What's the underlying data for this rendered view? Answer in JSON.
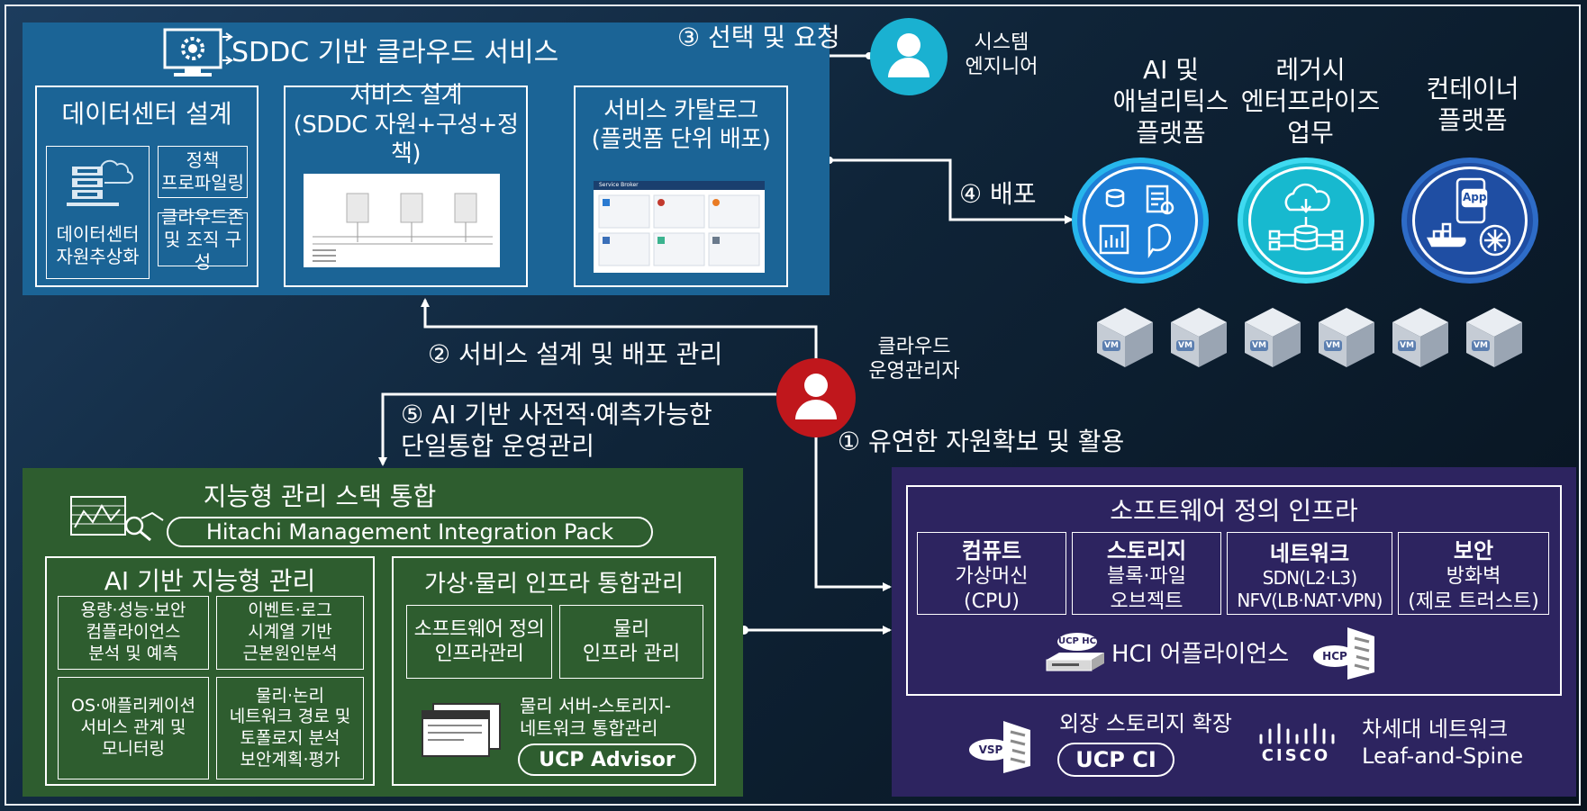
{
  "colors": {
    "sddc_panel": "#1b6496",
    "mgmt_panel": "#2e5d2f",
    "sdi_panel": "#2d2460",
    "admin_red": "#c0171c",
    "engineer_cyan": "#1ab1d1",
    "ai_platform": "#1d7fd6",
    "legacy_platform": "#17b9cf",
    "container_platform": "#1f4ea3"
  },
  "sddc": {
    "title": "SDDC 기반 클라우드 서비스",
    "dc_design": {
      "title": "데이터센터 설계",
      "virtualization": "데이터센터\n자원추상화",
      "policy": "정책\n프로파일링",
      "zone": "클라우드존\n및 조직 구성"
    },
    "service_design": {
      "title": "서비스 설계\n(SDDC 자원+구성+정책)"
    },
    "catalog": {
      "title": "서비스 카탈로그\n(플랫폼 단위 배포)",
      "screenshot_header": "Service Broker"
    }
  },
  "steps": {
    "s1": "① 유연한 자원확보 및 활용",
    "s2": "② 서비스 설계 및 배포 관리",
    "s3": "③ 선택 및 요청",
    "s4": "④ 배포",
    "s5": "⑤ AI 기반 사전적·예측가능한\n단일통합 운영관리"
  },
  "actors": {
    "engineer": "시스템\n엔지니어",
    "admin": "클라우드\n운영관리자"
  },
  "platforms": [
    {
      "label": "AI 및\n애널리틱스\n플랫폼",
      "icon": "analytics-icon"
    },
    {
      "label": "레거시\n엔터프라이즈\n업무",
      "icon": "cloud-database-icon"
    },
    {
      "label": "컨테이너\n플랫폼",
      "icon": "container-app-icon",
      "badge": "App"
    }
  ],
  "vm_label": "VM",
  "mgmt": {
    "title": "지능형 관리 스택 통합",
    "pack": "Hitachi Management Integration Pack",
    "ai": {
      "title": "AI 기반 지능형 관리",
      "items": [
        "용량·성능·보안\n컴플라이언스\n분석 및 예측",
        "이벤트·로그\n시계열 기반\n근본원인분석",
        "OS·애플리케이션\n서비스 관계 및\n모니터링",
        "물리·논리\n네트워크 경로 및\n토폴로지 분석\n보안계획·평가"
      ]
    },
    "infra": {
      "title": "가상·물리 인프라 통합관리",
      "sdi": "소프트웨어 정의\n인프라관리",
      "physical": "물리\n인프라 관리",
      "server": "물리 서버-스토리지-\n네트워크 통합관리",
      "advisor": "UCP Advisor"
    }
  },
  "sdi": {
    "title": "소프트웨어 정의 인프라",
    "cols": [
      {
        "head": "컴퓨트",
        "body": "가상머신\n(CPU)"
      },
      {
        "head": "스토리지",
        "body": "블록·파일\n오브젝트"
      },
      {
        "head": "네트워크",
        "body": "SDN(L2·L3)\nNFV(LB·NAT·VPN)"
      },
      {
        "head": "보안",
        "body": "방화벽\n(제로 트러스트)"
      }
    ],
    "hci": "HCI 어플라이언스",
    "ucp_hc": "UCP HC",
    "hcp": "HCP",
    "storage_ext": "외장 스토리지 확장",
    "vsp": "VSP",
    "ucp_ci": "UCP CI",
    "cisco": "CISCO",
    "network": "차세대 네트워크\nLeaf-and-Spine"
  }
}
